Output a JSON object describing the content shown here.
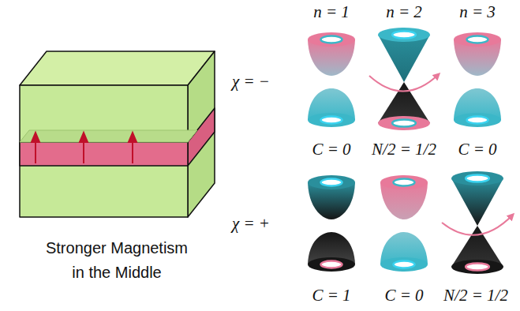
{
  "diagram": {
    "labels": [
      "n = 1",
      "n = 2",
      "n = 3",
      "χ = −",
      "C = 0",
      "N/2 = 1/2",
      "C = 0",
      "χ = +",
      "C = 1",
      "C = 0",
      "N/2 = 1/2",
      "Stronger Magnetism in the Middle"
    ]
  }
}
